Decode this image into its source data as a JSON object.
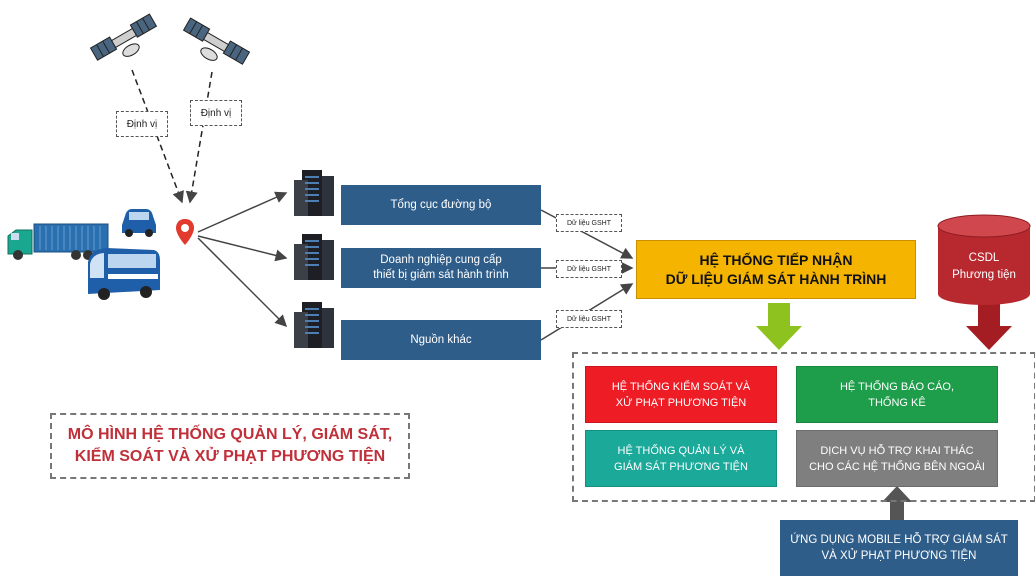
{
  "positioning": {
    "label_1": "Định vị",
    "label_2": "Định vị"
  },
  "sources": [
    {
      "label": "Tổng cục đường bộ"
    },
    {
      "label_line1": "Doanh nghiệp cung cấp",
      "label_line2": "thiết bị giám sát hành trình"
    },
    {
      "label": "Nguồn khác"
    }
  ],
  "data_tags": [
    "Dữ liệu GSHT",
    "Dữ liệu GSHT",
    "Dữ liệu GSHT"
  ],
  "core": {
    "line1": "HỆ THỐNG TIẾP NHẬN",
    "line2": "DỮ LIỆU GIÁM SÁT HÀNH TRÌNH"
  },
  "database": {
    "line1": "CSDL",
    "line2": "Phương tiện"
  },
  "subsystems": [
    {
      "line1": "HỆ THỐNG KIỂM SOÁT VÀ",
      "line2": "XỬ PHẠT PHƯƠNG TIỆN",
      "color": "#ee1c25"
    },
    {
      "line1": "HỆ THỐNG BÁO CÁO,",
      "line2": "THỐNG KÊ",
      "color": "#1e9e4a"
    },
    {
      "line1": "HỆ THỐNG QUẢN LÝ VÀ",
      "line2": "GIÁM SÁT PHƯƠNG TIỆN",
      "color": "#1ba99a"
    },
    {
      "line1": "DỊCH VỤ HỖ TRỢ KHAI THÁC",
      "line2": "CHO CÁC HỆ THỐNG BÊN NGOÀI",
      "color": "#7f7f7f"
    }
  ],
  "mobile": {
    "line1": "ỨNG DỤNG MOBILE HỖ TRỢ GIÁM SÁT",
    "line2": "VÀ XỬ PHẠT PHƯƠNG TIỆN"
  },
  "title": {
    "line1": "MÔ HÌNH HỆ THỐNG QUẢN LÝ, GIÁM SÁT,",
    "line2": "KIỂM SOÁT VÀ XỬ PHẠT PHƯƠNG TIỆN"
  },
  "colors": {
    "source_blue": "#2f5d8a",
    "core_yellow": "#f4b400",
    "db_red": "#b8292f",
    "arrow_green": "#8dc21f",
    "arrow_red": "#a31d22",
    "title_red": "#c0303a"
  },
  "icons": [
    "satellite-icon",
    "satellite-icon",
    "truck-icon",
    "car-icon",
    "bus-icon",
    "location-pin-icon",
    "server-icon",
    "server-icon",
    "server-icon"
  ]
}
